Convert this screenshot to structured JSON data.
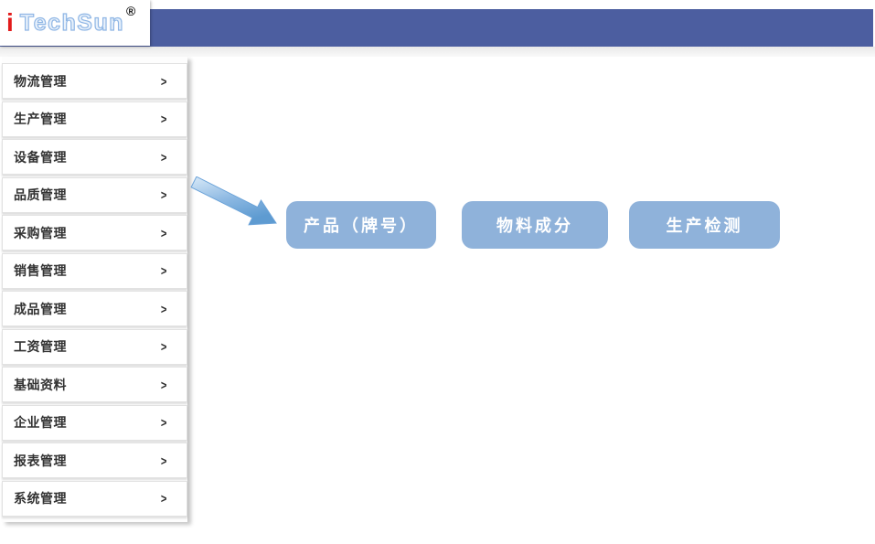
{
  "brand": {
    "mark": "i",
    "name": "TechSun",
    "registered": "®"
  },
  "colors": {
    "header_bar": "#4c5ea0",
    "action_button": "#8fb2da",
    "arrow_light": "#d9eaf8",
    "arrow_mid": "#8cb8e2",
    "arrow_dark": "#5e9bd1",
    "arrow_stroke": "#6aa2d8"
  },
  "icons": {
    "chevron": ">"
  },
  "sidebar": {
    "items": [
      {
        "label": "物流管理"
      },
      {
        "label": "生产管理"
      },
      {
        "label": "设备管理"
      },
      {
        "label": "品质管理"
      },
      {
        "label": "采购管理"
      },
      {
        "label": "销售管理"
      },
      {
        "label": "成品管理"
      },
      {
        "label": "工资管理"
      },
      {
        "label": "基础资料"
      },
      {
        "label": "企业管理"
      },
      {
        "label": "报表管理"
      },
      {
        "label": "系统管理"
      }
    ]
  },
  "main": {
    "buttons": [
      {
        "label": "产品（牌号）"
      },
      {
        "label": "物料成分"
      },
      {
        "label": "生产检测"
      }
    ]
  }
}
